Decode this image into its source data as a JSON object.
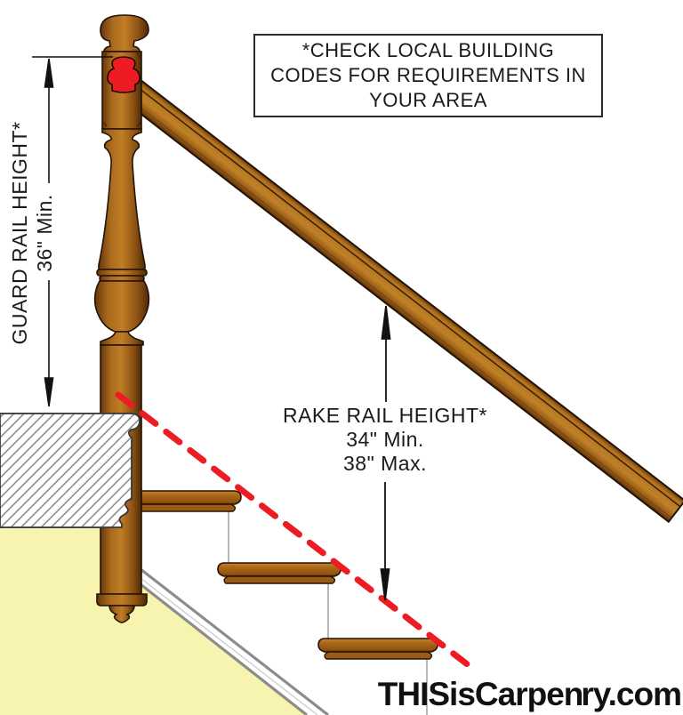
{
  "diagram_title": "Stair guard and rake rail height diagram",
  "note_box": {
    "lines": [
      "*CHECK LOCAL BUILDING",
      "CODES FOR REQUIREMENTS IN",
      "YOUR AREA"
    ]
  },
  "guard_rail_dimension": {
    "label": "GUARD RAIL HEIGHT*",
    "value": "36\" Min."
  },
  "rake_rail_dimension": {
    "label": "RAKE RAIL HEIGHT*",
    "min": "34\" Min.",
    "max": "38\" Max."
  },
  "branding": {
    "prefix": "THISisCarpen",
    "suffix": "ry.com"
  },
  "colors": {
    "rail_reference_red": "#ED1C24",
    "wood_brown": "#A9661E",
    "wall_yellow": "#F7F4AF",
    "line_black": "#111111"
  }
}
